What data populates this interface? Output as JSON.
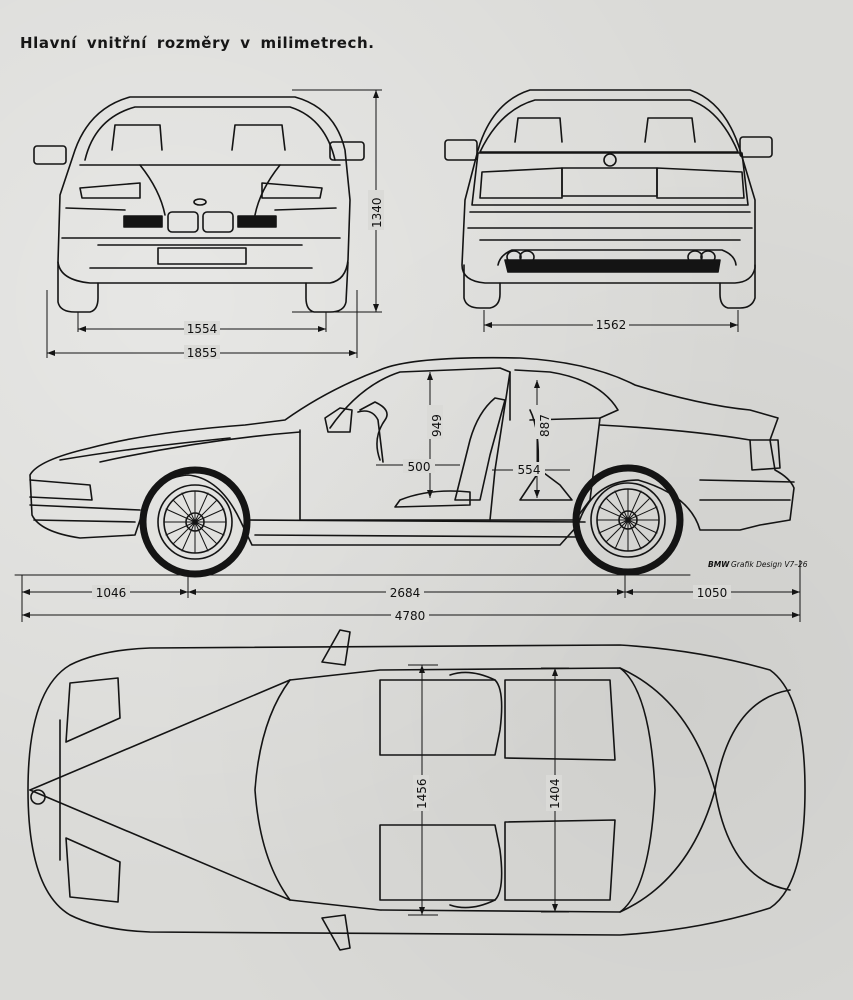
{
  "title": "Hlavní vnitřní rozměry v milimetrech.",
  "credit": {
    "brand": "BMW",
    "text": "Grafik Design V7–26"
  },
  "dimensions": {
    "front_height": "1340",
    "front_track": "1554",
    "front_width": "1855",
    "rear_track": "1562",
    "headroom_front": "949",
    "headroom_rear": "887",
    "legroom_front": "500",
    "legroom_rear": "554",
    "front_overhang": "1046",
    "wheelbase": "2684",
    "rear_overhang": "1050",
    "overall_length": "4780",
    "shoulder_front": "1456",
    "shoulder_rear": "1404"
  }
}
